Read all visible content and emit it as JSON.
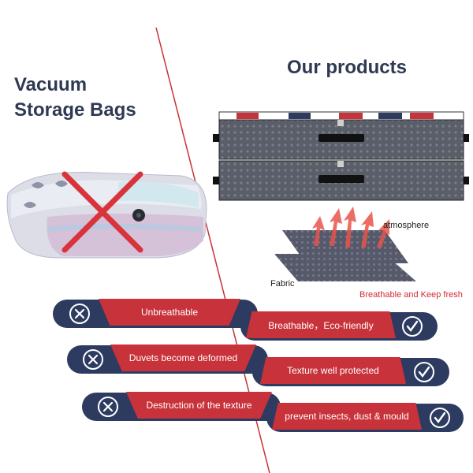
{
  "left_panel": {
    "title_line1": "Vacuum",
    "title_line2": "Storage Bags"
  },
  "right_panel": {
    "title": "Our products",
    "labels": {
      "atmosphere": "atmosphere",
      "fabric": "Fabric",
      "breathable_fresh": "Breathable and Keep fresh"
    }
  },
  "comparison": {
    "rows": [
      {
        "negative": "Unbreathable",
        "positive": "Breathable，Eco-friendly"
      },
      {
        "negative": "Duvets become deformed",
        "positive": "Texture well protected"
      },
      {
        "negative": "Destruction of the texture",
        "positive": "prevent insects, dust & mould"
      }
    ]
  },
  "colors": {
    "navy": "#2e3b60",
    "red": "#c8323a",
    "divider": "#c8323a",
    "title": "#2f3a52"
  },
  "icons": {
    "negative": "x-circle-icon",
    "positive": "check-circle-icon",
    "cross_mark": "red-cross-icon"
  }
}
